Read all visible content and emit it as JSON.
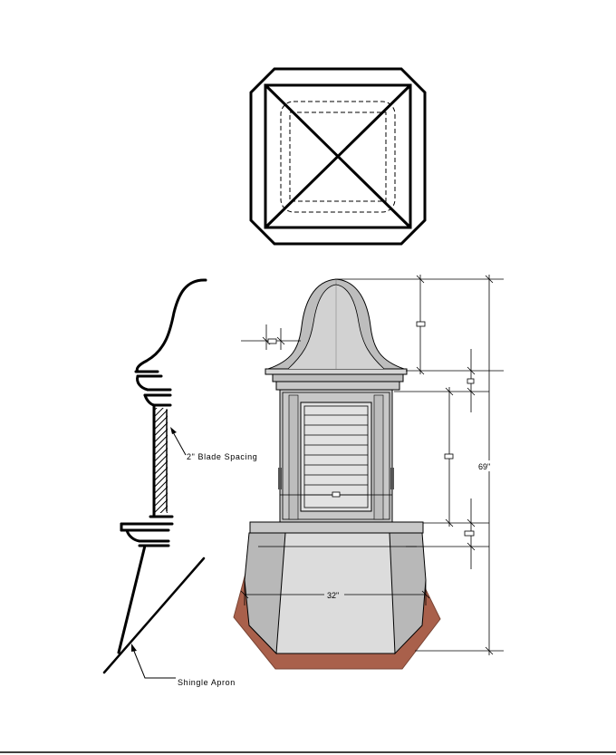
{
  "labels": {
    "blade_spacing": "2\" Blade Spacing",
    "shingle_apron": "Shingle Apron",
    "overall_height": "69\"",
    "base_width": "32\""
  },
  "colors": {
    "roof": "#bdbdbd",
    "roof_light": "#d6d6d6",
    "body": "#c8c8c8",
    "louver": "#e2e2e2",
    "base": "#dcdcdc",
    "base_side": "#b8b8b8",
    "apron": "#a9604b",
    "line": "#000000"
  }
}
